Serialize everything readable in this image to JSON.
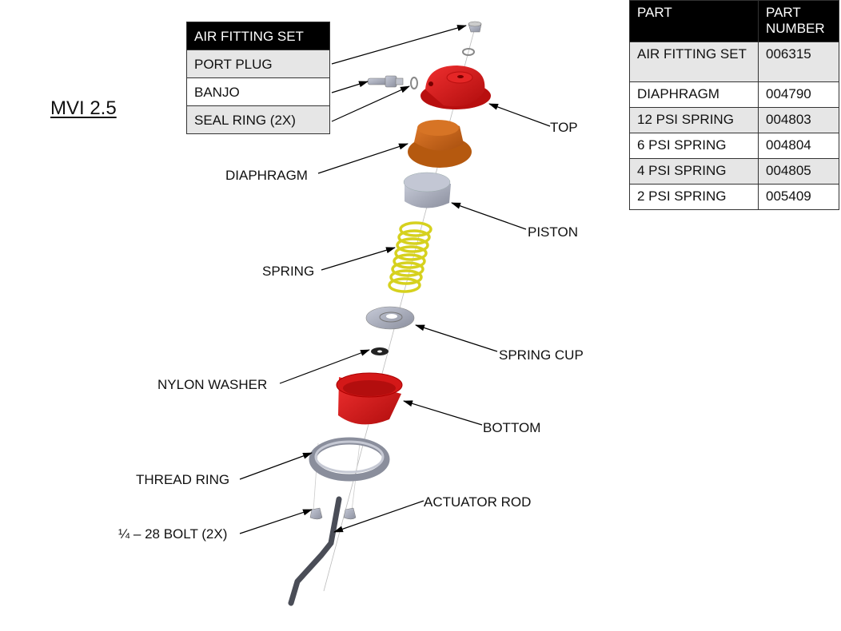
{
  "title": "MVI 2.5",
  "air_fitting_set": {
    "header": "AIR FITTING SET",
    "items": [
      "PORT PLUG",
      "BANJO",
      "SEAL RING (2X)"
    ]
  },
  "parts_table": {
    "headers": [
      "PART",
      "PART\nNUMBER"
    ],
    "header_part": "PART",
    "header_number_line1": "PART",
    "header_number_line2": "NUMBER",
    "rows": [
      {
        "part": "AIR FITTING SET",
        "number": "006315"
      },
      {
        "part": "DIAPHRAGM",
        "number": "004790"
      },
      {
        "part": "12 PSI SPRING",
        "number": "004803"
      },
      {
        "part": "6 PSI SPRING",
        "number": "004804"
      },
      {
        "part": "4 PSI SPRING",
        "number": "004805"
      },
      {
        "part": "2 PSI SPRING",
        "number": "005409"
      }
    ]
  },
  "callouts": {
    "top": "TOP",
    "diaphragm": "DIAPHRAGM",
    "piston": "PISTON",
    "spring": "SPRING",
    "spring_cup": "SPRING CUP",
    "nylon_washer": "NYLON WASHER",
    "bottom": "BOTTOM",
    "thread_ring": "THREAD RING",
    "actuator_rod": "ACTUATOR ROD",
    "bolt": "¼ – 28 BOLT (2X)"
  },
  "colors": {
    "red_part": "#d81818",
    "diaphragm": "#c9651a",
    "spring": "#e4e43a",
    "grey_part": "#a9adbd",
    "table_header": "#000000",
    "table_alt_row": "#e6e6e6"
  }
}
